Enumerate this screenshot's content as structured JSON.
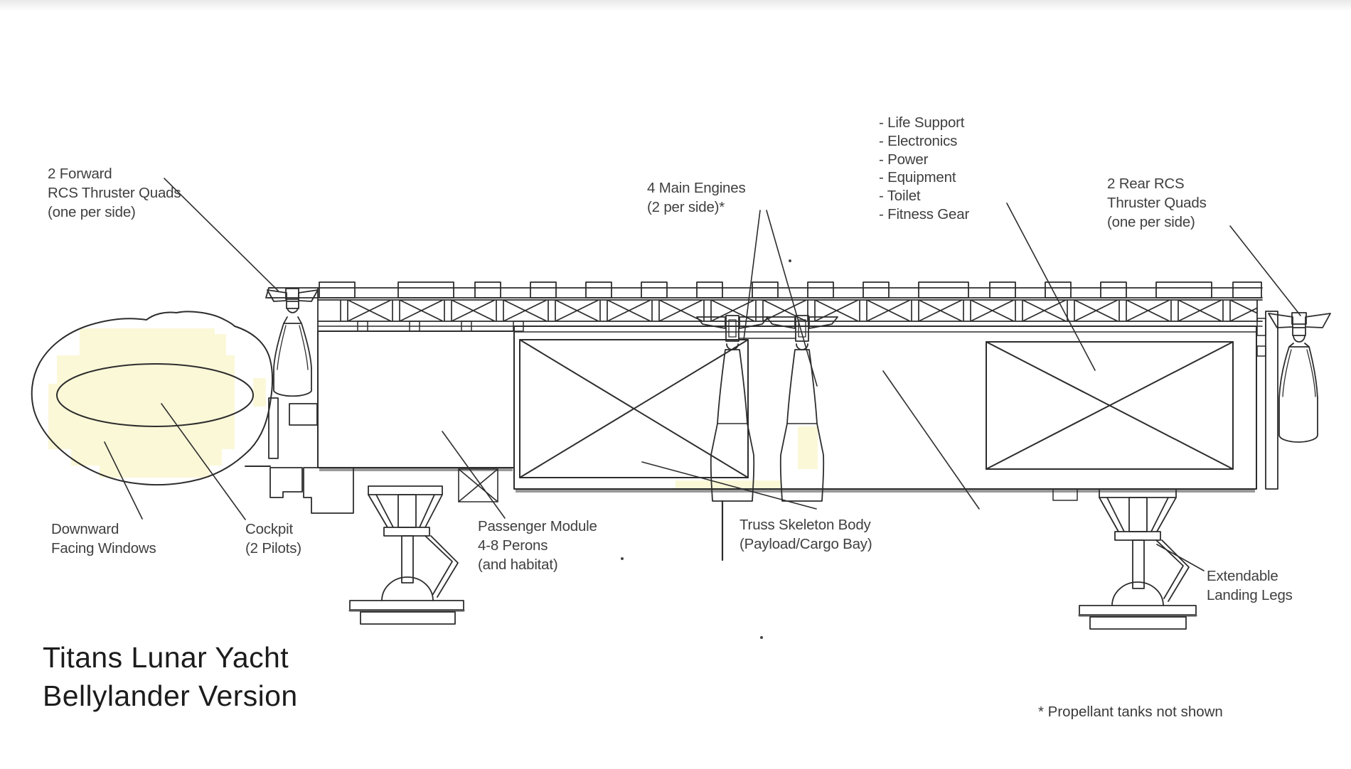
{
  "colors": {
    "ink": "#2d2d2d",
    "label_text": "#3f3f3f",
    "title_text": "#1c1c1c",
    "window_highlight": "#fbf8d8",
    "shadow_gray": "#999999",
    "top_shade": "#e9e9e9"
  },
  "title": {
    "line1": "Titans Lunar Yacht",
    "line2": "Bellylander Version"
  },
  "footnote": "* Propellant tanks not shown",
  "labels": {
    "fwd_rcs": {
      "lines": [
        "2 Forward",
        "RCS Thruster Quads",
        "(one per side)"
      ]
    },
    "main_engines": {
      "lines": [
        "4 Main Engines",
        "(2 per side)*"
      ]
    },
    "services": {
      "lines": [
        "- Life Support",
        "- Electronics",
        "- Power",
        "- Equipment",
        "- Toilet",
        "- Fitness Gear"
      ]
    },
    "rear_rcs": {
      "lines": [
        "2 Rear RCS",
        "Thruster Quads",
        "(one per side)"
      ]
    },
    "windows": {
      "lines": [
        "Downward",
        "Facing Windows"
      ]
    },
    "cockpit": {
      "lines": [
        "Cockpit",
        "(2 Pilots)"
      ]
    },
    "passenger": {
      "lines": [
        "Passenger Module",
        "4-8 Perons",
        "(and habitat)"
      ]
    },
    "truss_body": {
      "lines": [
        "Truss Skeleton Body",
        "(Payload/Cargo Bay)"
      ]
    },
    "legs": {
      "lines": [
        "Extendable",
        "Landing Legs"
      ]
    }
  }
}
